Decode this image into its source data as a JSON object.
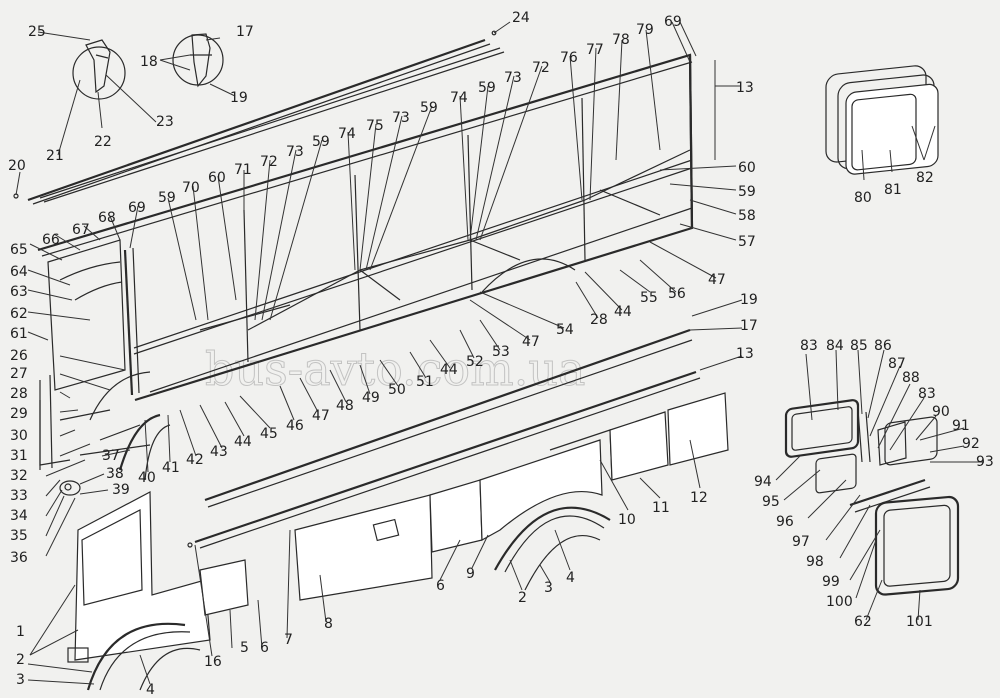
{
  "watermark": "bus-avto.com.ua",
  "labels": [
    {
      "id": "l1",
      "text": "1"
    },
    {
      "id": "l2a",
      "text": "2"
    },
    {
      "id": "l3a",
      "text": "3"
    },
    {
      "id": "l4a",
      "text": "4"
    },
    {
      "id": "l5",
      "text": "5"
    },
    {
      "id": "l6a",
      "text": "6"
    },
    {
      "id": "l7",
      "text": "7"
    },
    {
      "id": "l8",
      "text": "8"
    },
    {
      "id": "l16",
      "text": "16"
    },
    {
      "id": "l6b",
      "text": "6"
    },
    {
      "id": "l9",
      "text": "9"
    },
    {
      "id": "l2b",
      "text": "2"
    },
    {
      "id": "l3b",
      "text": "3"
    },
    {
      "id": "l4b",
      "text": "4"
    },
    {
      "id": "l10",
      "text": "10"
    },
    {
      "id": "l11",
      "text": "11"
    },
    {
      "id": "l12",
      "text": "12"
    },
    {
      "id": "l13a",
      "text": "13"
    },
    {
      "id": "l13b",
      "text": "13"
    },
    {
      "id": "l17a",
      "text": "17"
    },
    {
      "id": "l18",
      "text": "18"
    },
    {
      "id": "l19a",
      "text": "19"
    },
    {
      "id": "l17b",
      "text": "17"
    },
    {
      "id": "l19b",
      "text": "19"
    },
    {
      "id": "l20",
      "text": "20"
    },
    {
      "id": "l21",
      "text": "21"
    },
    {
      "id": "l22",
      "text": "22"
    },
    {
      "id": "l23",
      "text": "23"
    },
    {
      "id": "l24",
      "text": "24"
    },
    {
      "id": "l25",
      "text": "25"
    },
    {
      "id": "l26",
      "text": "26"
    },
    {
      "id": "l27",
      "text": "27"
    },
    {
      "id": "l28a",
      "text": "28"
    },
    {
      "id": "l29",
      "text": "29"
    },
    {
      "id": "l30",
      "text": "30"
    },
    {
      "id": "l31",
      "text": "31"
    },
    {
      "id": "l32",
      "text": "32"
    },
    {
      "id": "l33",
      "text": "33"
    },
    {
      "id": "l34",
      "text": "34"
    },
    {
      "id": "l35",
      "text": "35"
    },
    {
      "id": "l36",
      "text": "36"
    },
    {
      "id": "l37",
      "text": "37"
    },
    {
      "id": "l38",
      "text": "38"
    },
    {
      "id": "l39",
      "text": "39"
    },
    {
      "id": "l40",
      "text": "40"
    },
    {
      "id": "l41",
      "text": "41"
    },
    {
      "id": "l42",
      "text": "42"
    },
    {
      "id": "l43",
      "text": "43"
    },
    {
      "id": "l44a",
      "text": "44"
    },
    {
      "id": "l45",
      "text": "45"
    },
    {
      "id": "l46",
      "text": "46"
    },
    {
      "id": "l47a",
      "text": "47"
    },
    {
      "id": "l48",
      "text": "48"
    },
    {
      "id": "l49",
      "text": "49"
    },
    {
      "id": "l50",
      "text": "50"
    },
    {
      "id": "l51",
      "text": "51"
    },
    {
      "id": "l44b",
      "text": "44"
    },
    {
      "id": "l52",
      "text": "52"
    },
    {
      "id": "l53",
      "text": "53"
    },
    {
      "id": "l47b",
      "text": "47"
    },
    {
      "id": "l54",
      "text": "54"
    },
    {
      "id": "l28b",
      "text": "28"
    },
    {
      "id": "l44c",
      "text": "44"
    },
    {
      "id": "l55",
      "text": "55"
    },
    {
      "id": "l56",
      "text": "56"
    },
    {
      "id": "l47c",
      "text": "47"
    },
    {
      "id": "l57",
      "text": "57"
    },
    {
      "id": "l58",
      "text": "58"
    },
    {
      "id": "l59a",
      "text": "59"
    },
    {
      "id": "l60a",
      "text": "60"
    },
    {
      "id": "l59b",
      "text": "59"
    },
    {
      "id": "l70",
      "text": "70"
    },
    {
      "id": "l60b",
      "text": "60"
    },
    {
      "id": "l71",
      "text": "71"
    },
    {
      "id": "l72a",
      "text": "72"
    },
    {
      "id": "l73a",
      "text": "73"
    },
    {
      "id": "l59c",
      "text": "59"
    },
    {
      "id": "l74a",
      "text": "74"
    },
    {
      "id": "l75",
      "text": "75"
    },
    {
      "id": "l73b",
      "text": "73"
    },
    {
      "id": "l59d",
      "text": "59"
    },
    {
      "id": "l74b",
      "text": "74"
    },
    {
      "id": "l59e",
      "text": "59"
    },
    {
      "id": "l73c",
      "text": "73"
    },
    {
      "id": "l72b",
      "text": "72"
    },
    {
      "id": "l76",
      "text": "76"
    },
    {
      "id": "l77",
      "text": "77"
    },
    {
      "id": "l78",
      "text": "78"
    },
    {
      "id": "l79",
      "text": "79"
    },
    {
      "id": "l69a",
      "text": "69"
    },
    {
      "id": "l65",
      "text": "65"
    },
    {
      "id": "l66",
      "text": "66"
    },
    {
      "id": "l67",
      "text": "67"
    },
    {
      "id": "l68",
      "text": "68"
    },
    {
      "id": "l69b",
      "text": "69"
    },
    {
      "id": "l64",
      "text": "64"
    },
    {
      "id": "l63",
      "text": "63"
    },
    {
      "id": "l62a",
      "text": "62"
    },
    {
      "id": "l61",
      "text": "61"
    },
    {
      "id": "l80",
      "text": "80"
    },
    {
      "id": "l81",
      "text": "81"
    },
    {
      "id": "l82",
      "text": "82"
    },
    {
      "id": "l83a",
      "text": "83"
    },
    {
      "id": "l84",
      "text": "84"
    },
    {
      "id": "l85",
      "text": "85"
    },
    {
      "id": "l86",
      "text": "86"
    },
    {
      "id": "l87",
      "text": "87"
    },
    {
      "id": "l88",
      "text": "88"
    },
    {
      "id": "l83b",
      "text": "83"
    },
    {
      "id": "l90",
      "text": "90"
    },
    {
      "id": "l91",
      "text": "91"
    },
    {
      "id": "l92",
      "text": "92"
    },
    {
      "id": "l93",
      "text": "93"
    },
    {
      "id": "l94",
      "text": "94"
    },
    {
      "id": "l95",
      "text": "95"
    },
    {
      "id": "l96",
      "text": "96"
    },
    {
      "id": "l97",
      "text": "97"
    },
    {
      "id": "l98",
      "text": "98"
    },
    {
      "id": "l99",
      "text": "99"
    },
    {
      "id": "l100",
      "text": "100"
    },
    {
      "id": "l62b",
      "text": "62"
    },
    {
      "id": "l101",
      "text": "101"
    }
  ]
}
